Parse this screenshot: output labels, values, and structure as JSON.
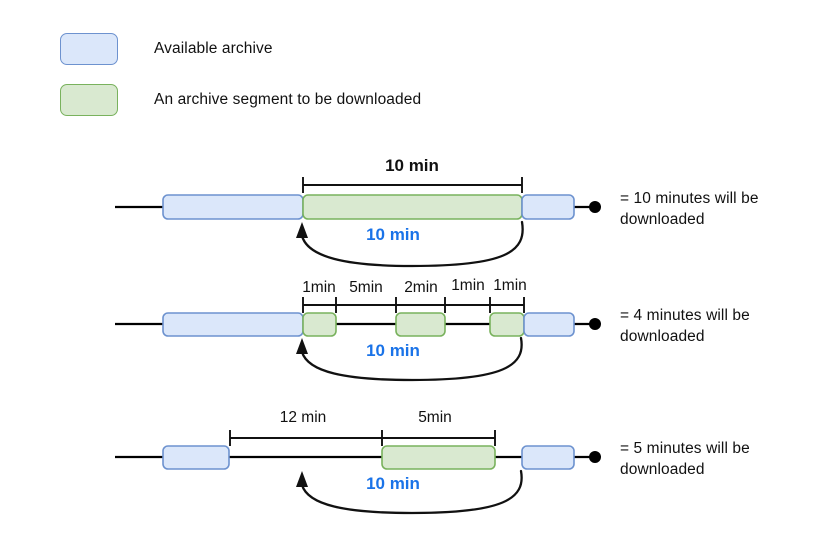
{
  "legend": {
    "items": [
      {
        "label": "Available archive",
        "swatch": "blue-rounded-rect",
        "fill": "#dbe7fa",
        "stroke": "#6d92cf"
      },
      {
        "label": "An archive segment to be downloaded",
        "swatch": "green-rounded-rect",
        "fill": "#d9e9d0",
        "stroke": "#79b25d"
      }
    ]
  },
  "colors": {
    "archive_fill": "#dbe7fa",
    "archive_stroke": "#6d92cf",
    "segment_fill": "#d9e9d0",
    "segment_stroke": "#79b25d",
    "line": "#000000",
    "request_text": "#1a73e8"
  },
  "rows": [
    {
      "id": "row-1",
      "dimension_labels": [
        "10 min"
      ],
      "request_label": "10 min",
      "result_label": "= 10 minutes will be\ndownloaded",
      "result_minutes": 10,
      "segments": [
        {
          "type": "archive",
          "duration_label": ""
        },
        {
          "type": "download",
          "duration_label": "10 min"
        },
        {
          "type": "archive",
          "duration_label": ""
        }
      ]
    },
    {
      "id": "row-2",
      "dimension_labels": [
        "1min",
        "5min",
        "2min",
        "1min",
        "1min"
      ],
      "request_label": "10 min",
      "result_label": "= 4 minutes will be\ndownloaded",
      "result_minutes": 4,
      "segments": [
        {
          "type": "archive",
          "duration_label": ""
        },
        {
          "type": "download",
          "duration_label": "1min"
        },
        {
          "type": "gap",
          "duration_label": "5min"
        },
        {
          "type": "download",
          "duration_label": "2min"
        },
        {
          "type": "gap",
          "duration_label": "1min"
        },
        {
          "type": "download",
          "duration_label": "1min"
        },
        {
          "type": "archive",
          "duration_label": ""
        }
      ]
    },
    {
      "id": "row-3",
      "dimension_labels": [
        "12 min",
        "5min"
      ],
      "request_label": "10 min",
      "result_label": "= 5 minutes will be\ndownloaded",
      "result_minutes": 5,
      "segments": [
        {
          "type": "archive",
          "duration_label": ""
        },
        {
          "type": "gap",
          "duration_label": "12 min"
        },
        {
          "type": "download",
          "duration_label": "5min"
        },
        {
          "type": "archive",
          "duration_label": ""
        }
      ]
    }
  ]
}
